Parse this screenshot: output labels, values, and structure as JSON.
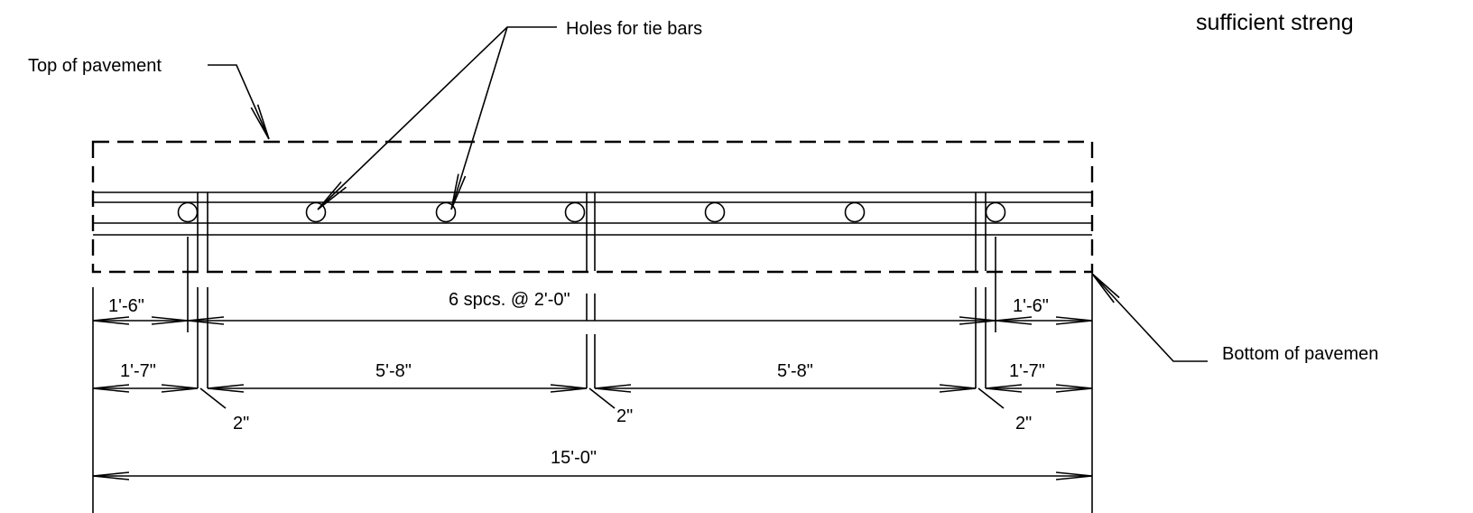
{
  "drawing": {
    "header_note": "sufficient streng",
    "callouts": {
      "top_of_pavement": "Top of pavement",
      "holes_for_tie_bars": "Holes for tie bars",
      "bottom_of_pavement": "Bottom of pavemen"
    },
    "dimensions": {
      "left_edge_offset": "1'-6\"",
      "spacing": "6 spcs. @  2'-0\"",
      "right_edge_offset": "1'-6\"",
      "left_section": "1'-7\"",
      "middle_left_section": "5'-8\"",
      "middle_right_section": "5'-8\"",
      "right_section": "1'-7\"",
      "joint_gap_left": "2\"",
      "joint_gap_middle": "2\"",
      "joint_gap_right": "2\"",
      "overall_width": "15'-0\""
    }
  }
}
